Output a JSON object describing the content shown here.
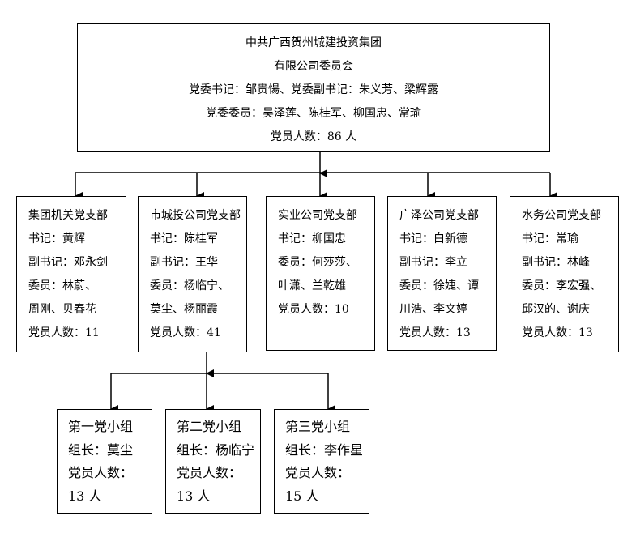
{
  "root": {
    "lines": [
      "中共广西贺州城建投资集团",
      "有限公司委员会",
      "党委书记：邹贵愓、党委副书记：朱义芳、梁辉露",
      "党委委员：吴泽莲、陈桂军、柳国忠、常瑜",
      "党员人数：86 人"
    ]
  },
  "branches": [
    {
      "lines": [
        "集团机关党支部",
        "书记：黄辉",
        "副书记：邓永剑",
        "委员：林蔚、",
        "周刚、贝春花",
        "党员人数：11"
      ]
    },
    {
      "lines": [
        "市城投公司党支部",
        "书记：陈桂军",
        "副书记：王华",
        "委员：杨临宁、",
        "莫尘、杨丽霞",
        "党员人数：41"
      ]
    },
    {
      "lines": [
        "实业公司党支部",
        "书记：柳国忠",
        "委员：何莎莎、",
        "叶潇、兰乾雄",
        "党员人数：10"
      ]
    },
    {
      "lines": [
        "广泽公司党支部",
        "书记：白新德",
        "副书记：李立",
        "委员：徐婕、谭",
        "川浩、李文婷",
        "党员人数：13"
      ]
    },
    {
      "lines": [
        "水务公司党支部",
        "书记：常瑜",
        "副书记：林峰",
        "委员：李宏强、",
        "邱汉的、谢庆",
        "党员人数：13"
      ]
    }
  ],
  "groups": [
    {
      "lines": [
        "第一党小组",
        "组长：莫尘",
        "党员人数：",
        "13 人"
      ]
    },
    {
      "lines": [
        "第二党小组",
        "组长：杨临宁",
        "党员人数：",
        "13 人"
      ]
    },
    {
      "lines": [
        "第三党小组",
        "组长：李作星",
        "党员人数：",
        "15 人"
      ]
    }
  ]
}
